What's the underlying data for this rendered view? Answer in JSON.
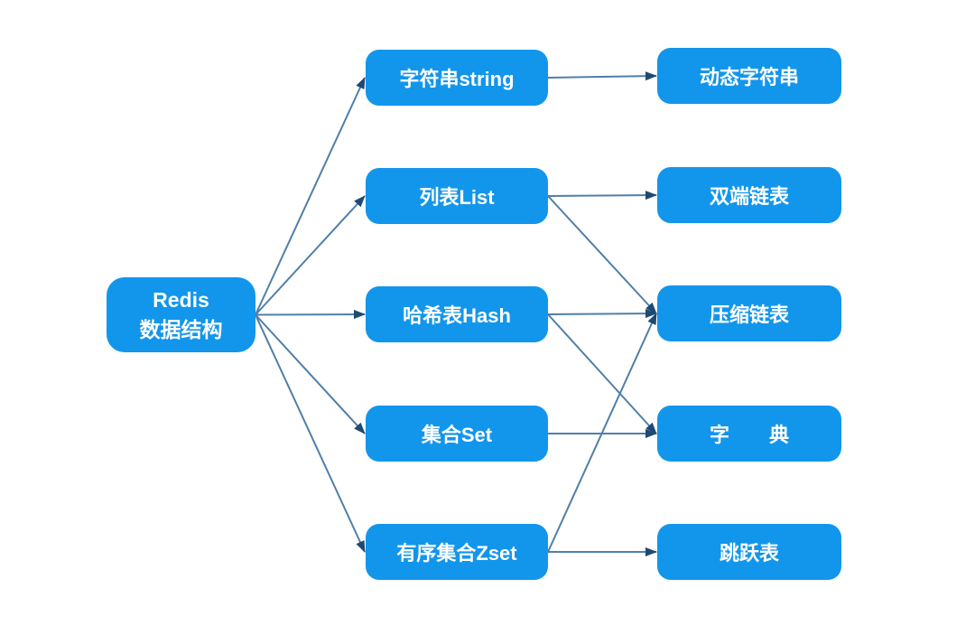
{
  "diagram": {
    "type": "mind-map",
    "topic": "Redis data structures",
    "nodes": {
      "redis": {
        "label": "Redis\n数据结构"
      },
      "string": {
        "label": "字符串string"
      },
      "list": {
        "label": "列表List"
      },
      "hash": {
        "label": "哈希表Hash"
      },
      "set": {
        "label": "集合Set"
      },
      "zset": {
        "label": "有序集合Zset"
      },
      "sds": {
        "label": "动态字符串"
      },
      "dll": {
        "label": "双端链表"
      },
      "ziplist": {
        "label": "压缩链表"
      },
      "dict": {
        "label": "字　　典"
      },
      "skiplist": {
        "label": "跳跃表"
      }
    },
    "edges": [
      {
        "from": "redis",
        "to": "string"
      },
      {
        "from": "redis",
        "to": "list"
      },
      {
        "from": "redis",
        "to": "hash"
      },
      {
        "from": "redis",
        "to": "set"
      },
      {
        "from": "redis",
        "to": "zset"
      },
      {
        "from": "string",
        "to": "sds"
      },
      {
        "from": "list",
        "to": "dll"
      },
      {
        "from": "list",
        "to": "ziplist"
      },
      {
        "from": "hash",
        "to": "ziplist"
      },
      {
        "from": "hash",
        "to": "dict"
      },
      {
        "from": "set",
        "to": "dict"
      },
      {
        "from": "zset",
        "to": "ziplist"
      },
      {
        "from": "zset",
        "to": "skiplist"
      }
    ],
    "colors": {
      "node_fill": "#1296eb",
      "node_text": "#ffffff",
      "edge_stroke": "#4f7fa9",
      "arrowhead": "#1d4a72",
      "background": "#ffffff"
    }
  }
}
